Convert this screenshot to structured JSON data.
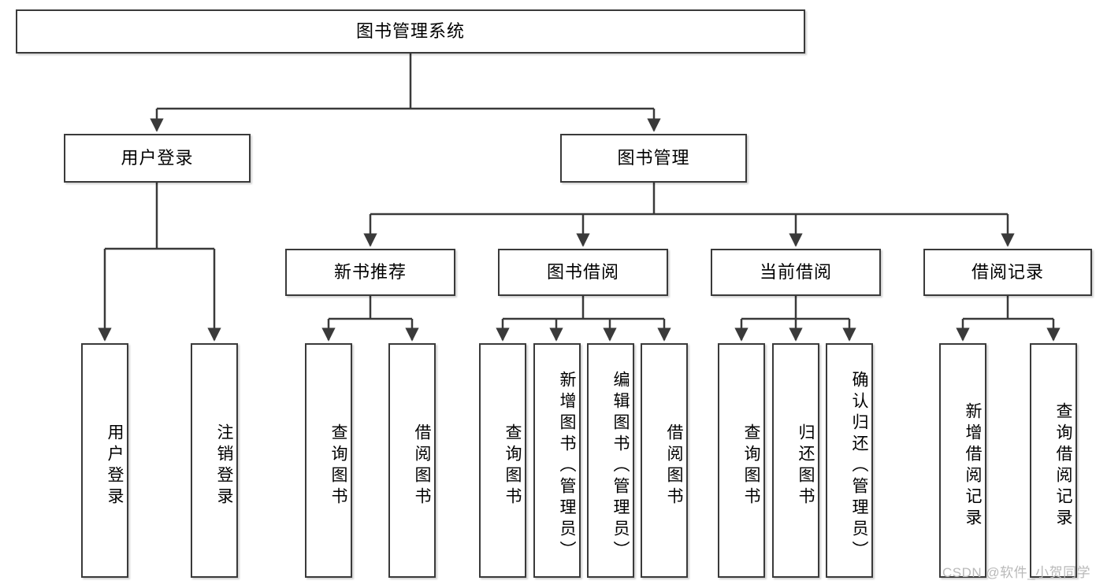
{
  "diagram": {
    "title": "图书管理系统",
    "type": "tree-hierarchy-diagram",
    "colors": {
      "box_border": "#3a3a3a",
      "box_fill": "#ffffff",
      "edge": "#3a3a3a",
      "background": "#ffffff",
      "watermark": "#b9b9b9"
    }
  },
  "nodes": {
    "root": {
      "label": "图书管理系统",
      "orientation": "horizontal"
    },
    "level2": [
      {
        "id": "user-login",
        "label": "用户登录",
        "orientation": "horizontal"
      },
      {
        "id": "book-management",
        "label": "图书管理",
        "orientation": "horizontal"
      }
    ],
    "level3": [
      {
        "id": "new-book-recommend",
        "label": "新书推荐",
        "orientation": "horizontal"
      },
      {
        "id": "book-borrow",
        "label": "图书借阅",
        "orientation": "horizontal"
      },
      {
        "id": "current-borrow",
        "label": "当前借阅",
        "orientation": "horizontal"
      },
      {
        "id": "borrow-record",
        "label": "借阅记录",
        "orientation": "horizontal"
      }
    ],
    "leaves": [
      {
        "id": "leaf-user-login",
        "label": "用户登录",
        "parent": "user-login",
        "orientation": "vertical"
      },
      {
        "id": "leaf-user-logout",
        "label": "注销登录",
        "parent": "user-login",
        "orientation": "vertical"
      },
      {
        "id": "leaf-query-book-1",
        "label": "查询图书",
        "parent": "new-book-recommend",
        "orientation": "vertical"
      },
      {
        "id": "leaf-borrow-book-1",
        "label": "借阅图书",
        "parent": "new-book-recommend",
        "orientation": "vertical"
      },
      {
        "id": "leaf-query-book-2",
        "label": "查询图书",
        "parent": "book-borrow",
        "orientation": "vertical"
      },
      {
        "id": "leaf-add-book",
        "label": "新增图书（管理员）",
        "parent": "book-borrow",
        "orientation": "vertical"
      },
      {
        "id": "leaf-edit-book",
        "label": "编辑图书（管理员）",
        "parent": "book-borrow",
        "orientation": "vertical"
      },
      {
        "id": "leaf-borrow-book-2",
        "label": "借阅图书",
        "parent": "book-borrow",
        "orientation": "vertical"
      },
      {
        "id": "leaf-query-book-3",
        "label": "查询图书",
        "parent": "current-borrow",
        "orientation": "vertical"
      },
      {
        "id": "leaf-return-book",
        "label": "归还图书",
        "parent": "current-borrow",
        "orientation": "vertical"
      },
      {
        "id": "leaf-confirm-return",
        "label": "确认归还（管理员）",
        "parent": "current-borrow",
        "orientation": "vertical"
      },
      {
        "id": "leaf-add-record",
        "label": "新增借阅记录",
        "parent": "borrow-record",
        "orientation": "vertical"
      },
      {
        "id": "leaf-query-record",
        "label": "查询借阅记录",
        "parent": "borrow-record",
        "orientation": "vertical"
      }
    ]
  },
  "watermark": {
    "text": "CSDN @软件_小贺同学"
  }
}
